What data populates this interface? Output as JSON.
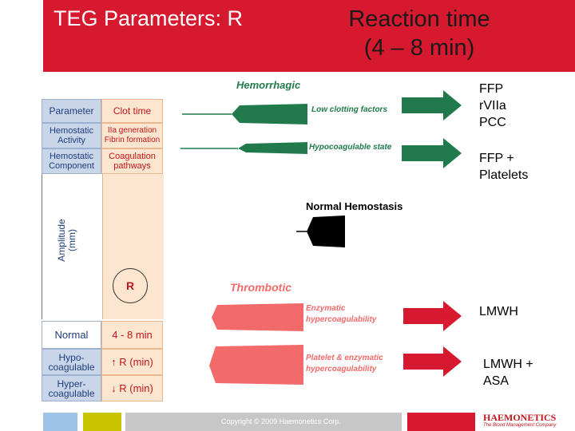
{
  "header": {
    "title": "TEG Parameters: R",
    "subtitle_line1": "Reaction time",
    "subtitle_line2": "(4 – 8 min)"
  },
  "table": {
    "header_param": "Parameter",
    "header_clot": "Clot time",
    "rows": [
      {
        "param": "Hemostatic Activity",
        "value": "IIa generation Fibrin formation"
      },
      {
        "param": "Hemostatic Component",
        "value": "Coagulation pathways"
      }
    ],
    "amplitude_label": "Amplitude (mm)",
    "r_label": "R",
    "bottom_rows": [
      {
        "param": "Normal",
        "value": "4 - 8 min"
      },
      {
        "param": "Hypo-coagulable",
        "value": "↑ R (min)"
      },
      {
        "param": "Hyper-coagulable",
        "value": "↓ R (min)"
      }
    ]
  },
  "traces": {
    "hemorrhagic_title": "Hemorrhagic",
    "low_clotting": "Low clotting factors",
    "hypocoagulable": "Hypocoagulable state",
    "normal_title": "Normal Hemostasis",
    "thrombotic_title": "Thrombotic",
    "enzymatic": "Enzymatic hypercoagulability",
    "platelet": "Platelet & enzymatic hypercoagulability"
  },
  "treatments": {
    "t1": [
      "FFP",
      "rVIIa",
      "PCC"
    ],
    "t2": [
      "FFP +",
      "Platelets"
    ],
    "t3": [
      "LMWH"
    ],
    "t4": [
      "LMWH +",
      "ASA"
    ]
  },
  "footer": {
    "copyright": "Copyright © 2009 Haemonetics Corp.",
    "logo": "HAEMONETICS",
    "tagline": "The Blood Management Company"
  },
  "colors": {
    "header_red": "#d7192f",
    "green": "#217a4c",
    "pink": "#f26a6a",
    "table_blue": "#c9d6ea",
    "table_peach": "#fde6cf"
  }
}
